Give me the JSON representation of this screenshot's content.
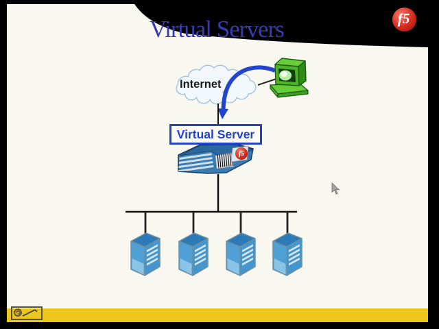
{
  "slide": {
    "title": "Virtual Servers",
    "background_color": "#f8f7f0"
  },
  "brand": {
    "logo_text": "f5",
    "logo_color": "#c5271c"
  },
  "diagram": {
    "internet_label": "Internet",
    "virtual_server_label": "Virtual Server",
    "appliance_logo_text": "f5",
    "server_count": 4
  },
  "status_bar": {
    "bar_color": "#edc71e",
    "pen_tool_icon": "pen-icon"
  },
  "colors": {
    "title_blue": "#393cae",
    "box_blue": "#2243c4",
    "arrow_blue": "#2444cc",
    "server_blue": "#4fa0d4",
    "computer_green": "#4fb32a"
  }
}
